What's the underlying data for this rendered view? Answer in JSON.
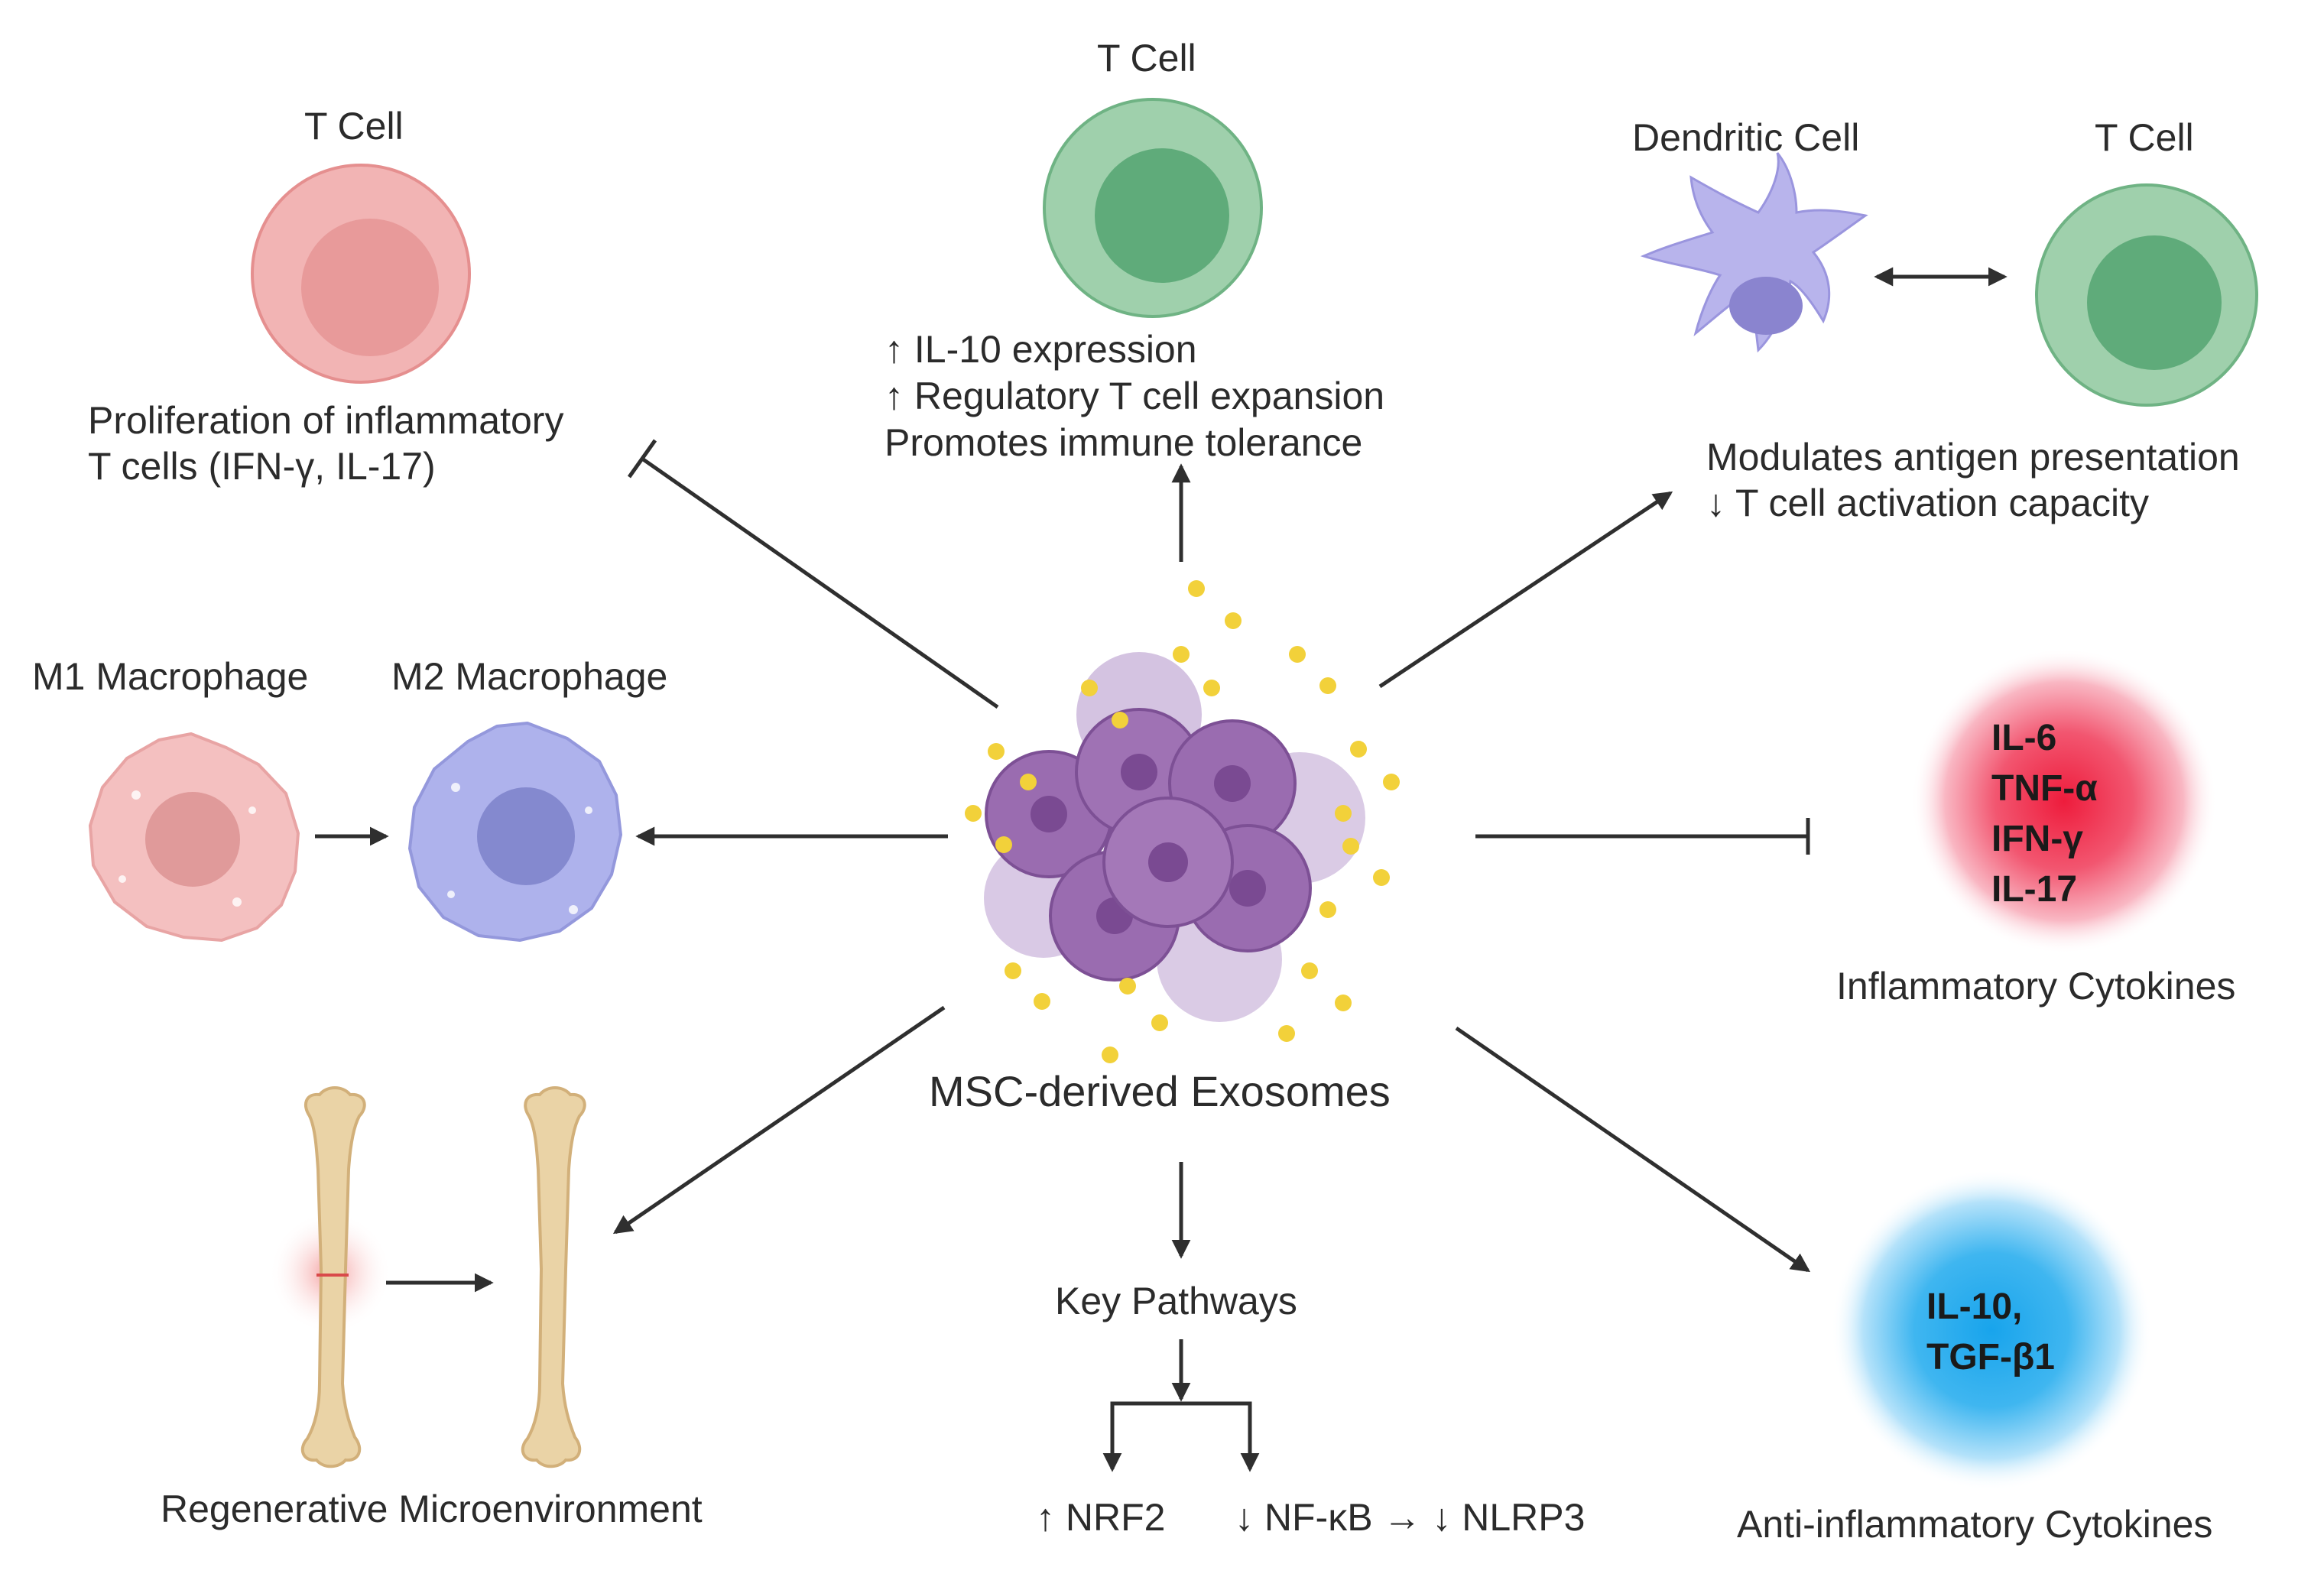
{
  "center": {
    "label": "MSC-derived Exosomes"
  },
  "top_left": {
    "cell_label": "T Cell",
    "caption_line1": "Proliferation of inflammatory",
    "caption_line2": "T cells (IFN-γ, IL-17)"
  },
  "top_center": {
    "cell_label": "T Cell",
    "line1": "↑ IL-10 expression",
    "line2": "↑ Regulatory T cell expansion",
    "line3": "Promotes immune tolerance"
  },
  "top_right": {
    "dendritic_label": "Dendritic Cell",
    "tcell_label": "T Cell",
    "line1": "Modulates antigen presentation",
    "line2": "↓ T cell activation capacity"
  },
  "macrophages": {
    "m1_label": "M1 Macrophage",
    "m2_label": "M2 Macrophage"
  },
  "inflammatory": {
    "items": [
      "IL-6",
      "TNF-α",
      "IFN-γ",
      "IL-17"
    ],
    "label": "Inflammatory Cytokines"
  },
  "anti_inflammatory": {
    "items": [
      "IL-10,",
      "TGF-β1"
    ],
    "label": "Anti-inflammatory Cytokines"
  },
  "regenerative": {
    "label": "Regenerative Microenvironment"
  },
  "pathways": {
    "title": "Key Pathways",
    "left": "↑ NRF2",
    "right": "↓ NF-κB → ↓ NLRP3"
  },
  "colors": {
    "tcell_red": "#f2b4b4",
    "tcell_green": "#9fd0ac",
    "dendritic": "#b8b4ec",
    "m1": "#f4c0c0",
    "m2": "#aeb2ec",
    "exosome_cell": "#9a6cb0",
    "vesicle": "#f2d13a",
    "inflammatory": "#ee1c3c",
    "anti_inflammatory": "#18a4ec",
    "bone": "#ead3a6"
  }
}
